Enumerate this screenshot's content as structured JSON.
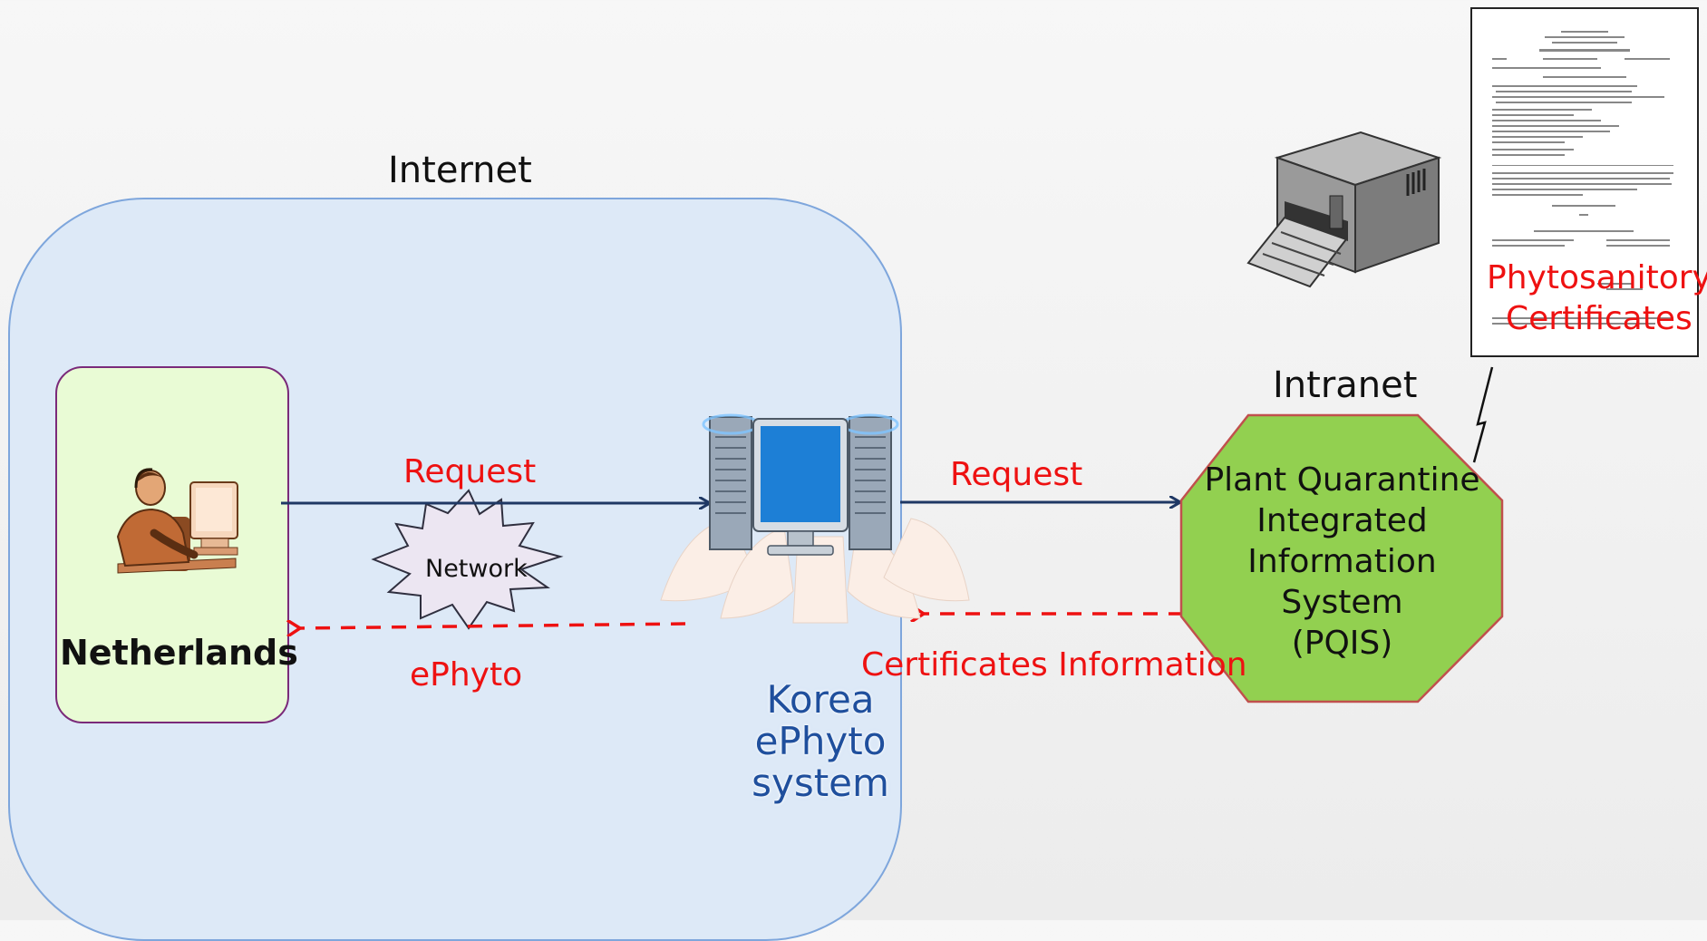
{
  "diagram": {
    "internet_label": "Internet",
    "intranet_label": "Intranet",
    "netherlands_label": "Netherlands",
    "network_label": "Network",
    "request_left_label": "Request",
    "request_right_label": "Request",
    "ephyto_label": "ePhyto",
    "certificates_info_label": "Certificates Information",
    "korea_line1": "Korea",
    "korea_line2": "ePhyto system",
    "pqis_lines": [
      "Plant Quarantine",
      "Integrated",
      "Information",
      "System",
      "(PQIS)"
    ],
    "certificate_label_line1": "Phytosanitory",
    "certificate_label_line2": "Certificates"
  },
  "colors": {
    "internet_box_fill": "#dde9f7",
    "internet_box_border": "#7ea6dc",
    "netherlands_fill": "#e9fbd5",
    "netherlands_border": "#7a2a7a",
    "arrow_solid": "#1f3864",
    "arrow_dashed": "#ee1111",
    "label_red": "#ee1111",
    "korea_text": "#1f4f9d",
    "pqis_fill": "#92d050",
    "pqis_border": "#c0504d",
    "network_fill": "#ece6f2"
  },
  "icons": [
    "person-at-computer-icon",
    "server-computer-icon",
    "printer-icon",
    "certificate-document-icon",
    "lightning-connector-icon"
  ]
}
